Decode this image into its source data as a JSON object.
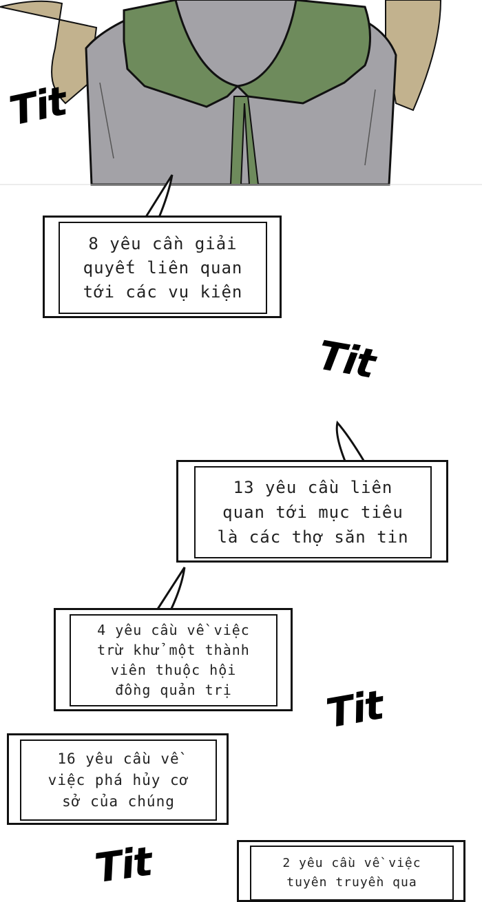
{
  "sfx": [
    {
      "text": "Tit"
    },
    {
      "text": "Tit"
    },
    {
      "text": "Tit"
    },
    {
      "text": "Tit"
    }
  ],
  "bubbles": [
    {
      "lines": [
        "8 yêu cần giải",
        "quyết liên quan",
        "tới các vụ kiện"
      ]
    },
    {
      "lines": [
        "13 yêu cầu liên",
        "quan tới mục tiêu",
        "là các thợ săn tin"
      ]
    },
    {
      "lines": [
        "4 yêu cầu về việc",
        "trừ khử một thành",
        "viên thuộc hội",
        "đồng quản trị"
      ]
    },
    {
      "lines": [
        "16 yêu cầu về",
        "việc phá hủy cơ",
        "sở của chúng"
      ]
    },
    {
      "lines": [
        "2 yêu cầu về việc",
        "tuyên truyền qua"
      ]
    }
  ],
  "colors": {
    "cloak": "#a3a2a7",
    "collar": "#6e8b5c",
    "hair": "#c2b28e",
    "ink": "#111111"
  }
}
